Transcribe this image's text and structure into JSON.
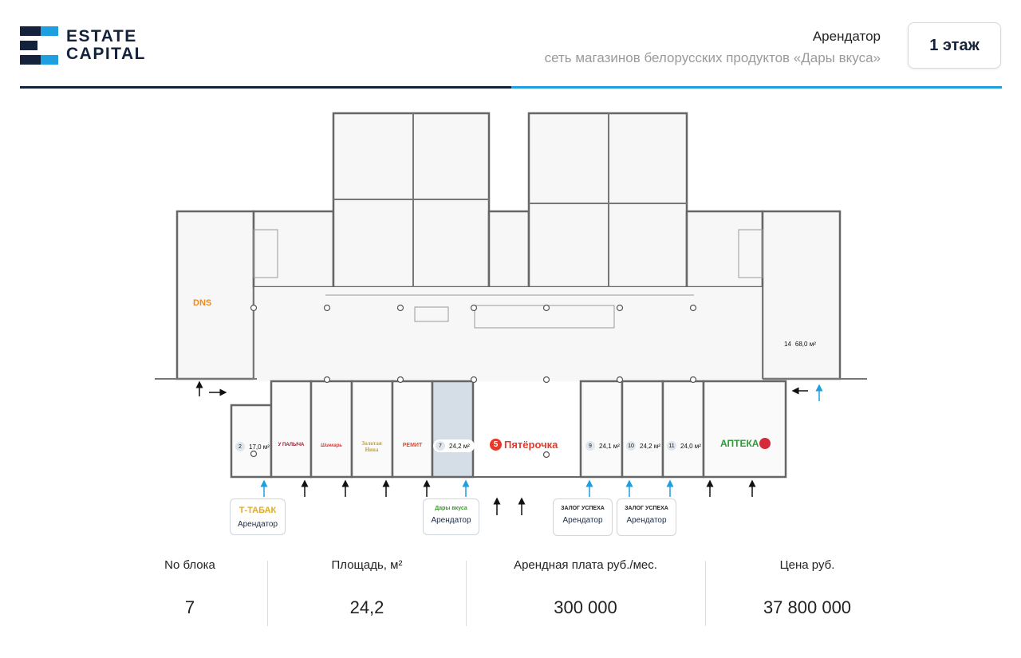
{
  "header": {
    "logo": {
      "line1": "ESTATE",
      "line2": "CAPITAL"
    },
    "tenant_label": "Арендатор",
    "tenant_name": "сеть магазинов белорусских продуктов «Дары вкуса»",
    "floor_button": "1 этаж"
  },
  "colors": {
    "navy": "#14223c",
    "accent_blue": "#1e9fe0",
    "selected_block": "#d5dde6"
  },
  "plan": {
    "stores": {
      "dns": "DNS",
      "u_palycha": "У ПАЛЫЧА",
      "shinkar": "Шинкарь",
      "zolotaya_niva": "Золотая Нива",
      "remit": "РЕМИТ",
      "pyaterochka": "Пятёрочка",
      "apteka": "АПТЕКА"
    },
    "blocks": [
      {
        "number": "2",
        "area": "17,0 м²"
      },
      {
        "number": "7",
        "area": "24,2 м²"
      },
      {
        "number": "9",
        "area": "24,1 м²"
      },
      {
        "number": "10",
        "area": "24,2 м²"
      },
      {
        "number": "11",
        "area": "24,0 м²"
      },
      {
        "number": "14",
        "area": "68,0 м²"
      }
    ],
    "tenant_cards": [
      {
        "brand": "Т-ТАБАК",
        "label": "Арендатор"
      },
      {
        "brand": "Дары вкуса",
        "label": "Арендатор"
      },
      {
        "brand": "ЗАЛОГ УСПЕХА",
        "label": "Арендатор"
      },
      {
        "brand": "ЗАЛОГ УСПЕХА",
        "label": "Арендатор"
      }
    ]
  },
  "summary": {
    "columns": [
      {
        "header": "No блока",
        "value": "7"
      },
      {
        "header": "Площадь, м²",
        "value": "24,2"
      },
      {
        "header": "Арендная плата руб./мес.",
        "value": "300 000"
      },
      {
        "header": "Цена руб.",
        "value": "37 800 000"
      }
    ]
  }
}
